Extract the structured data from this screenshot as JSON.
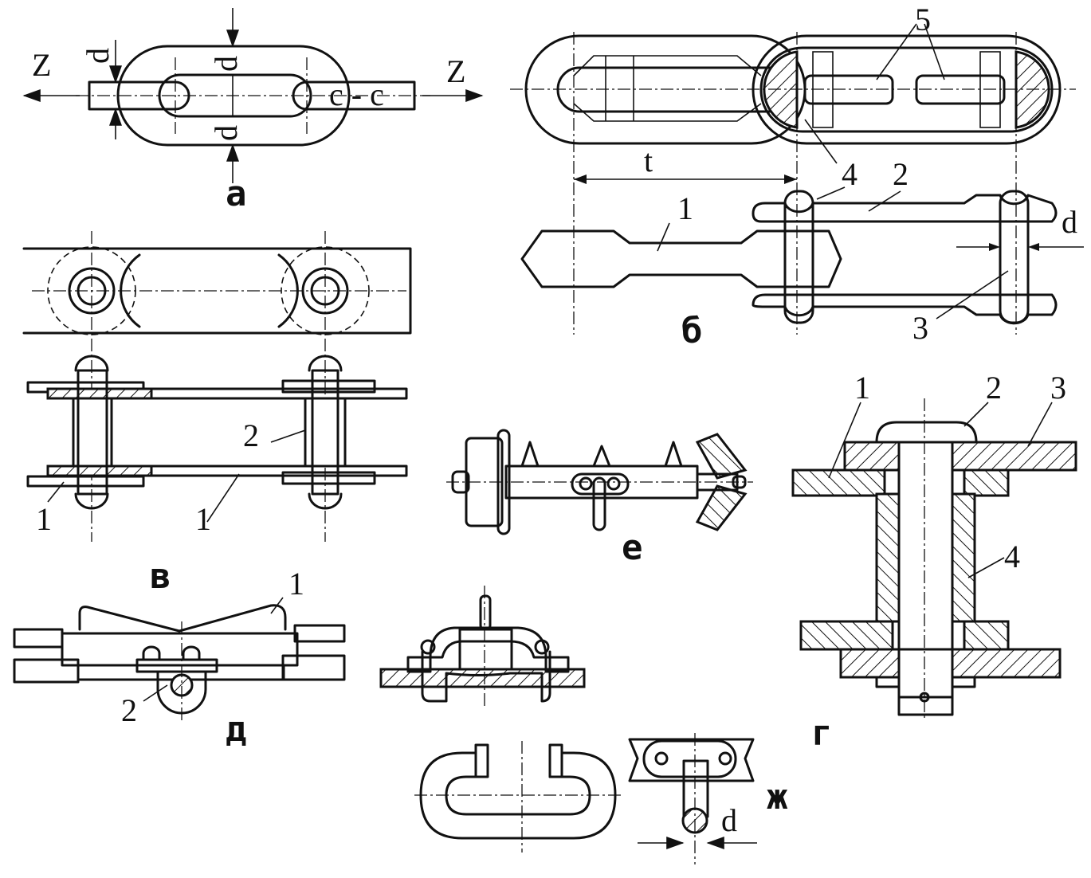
{
  "labels": {
    "z_left": "Z",
    "z_right": "Z",
    "d_a1": "d",
    "d_a2": "d",
    "d_a3": "d",
    "cc": "c - c",
    "t": "t",
    "b_1": "1",
    "b_2": "2",
    "b_3": "3",
    "b_4": "4",
    "b_5": "5",
    "b_d": "d",
    "v_1a": "1",
    "v_1b": "1",
    "v_2": "2",
    "g_1": "1",
    "g_2": "2",
    "g_3": "3",
    "g_4": "4",
    "d_1": "1",
    "d_2": "2",
    "zh_d": "d"
  },
  "captions": {
    "a": "а",
    "b": "б",
    "v": "в",
    "g": "г",
    "d": "д",
    "e": "е",
    "zh": "ж"
  }
}
